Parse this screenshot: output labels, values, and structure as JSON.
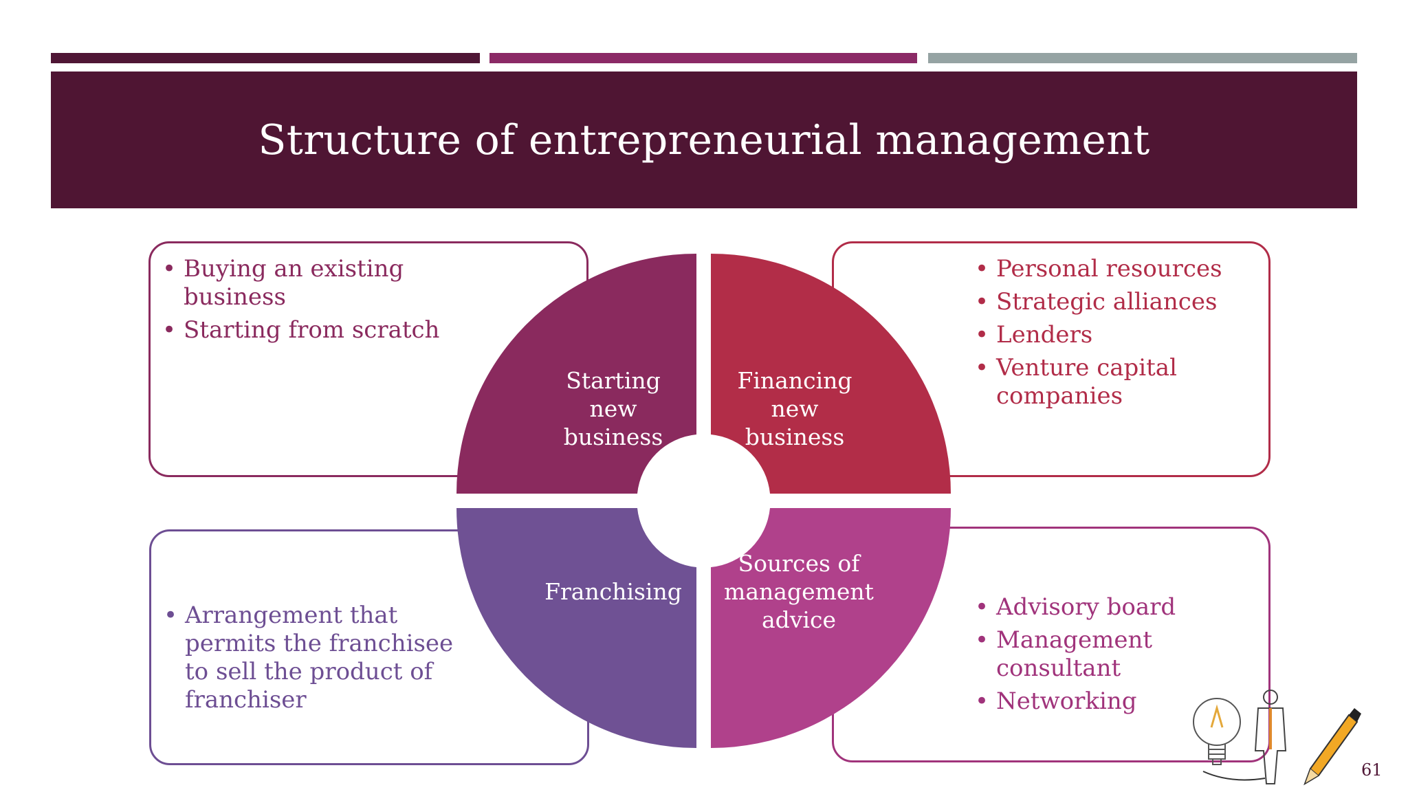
{
  "slide": {
    "title": "Structure of entrepreneurial management",
    "page_number": "61"
  },
  "colors": {
    "title_band": "#4f1533",
    "accent_bar_1": "#4f1635",
    "accent_bar_2": "#8b2a66",
    "accent_bar_3": "#95a3a3",
    "quadrant_top_left": "#8a2a5e",
    "quadrant_top_right": "#b22d48",
    "quadrant_bottom_left": "#6f5194",
    "quadrant_bottom_right": "#b0418b"
  },
  "quadrants": {
    "top_left": {
      "label": "Starting\nnew\nbusiness",
      "items": [
        "Buying an existing business",
        "Starting from scratch"
      ]
    },
    "top_right": {
      "label": "Financing\nnew\nbusiness",
      "items": [
        "Personal resources",
        "Strategic alliances",
        "Lenders",
        "Venture capital companies"
      ]
    },
    "bottom_left": {
      "label": "Franchising",
      "items": [
        "Arrangement that permits the franchisee to sell the product of franchiser"
      ]
    },
    "bottom_right": {
      "label": "Sources of\nmanagement\nadvice",
      "items": [
        "Advisory board",
        "Management consultant",
        "Networking"
      ]
    }
  },
  "icons": {
    "decoration": [
      "lightbulb-icon",
      "businessman-icon",
      "pencil-icon"
    ]
  }
}
